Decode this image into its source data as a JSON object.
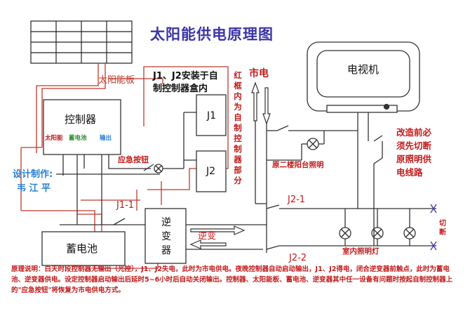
{
  "title": "太阳能供电原理图",
  "labels": {
    "solar_panel": "太阳能板",
    "controller": "控制器",
    "ctrl_term_solar": "太阳能",
    "ctrl_term_battery": "蓄电池",
    "ctrl_term_output": "输出",
    "emergency_button": "应急按钮",
    "j1": "J1",
    "j2": "J2",
    "j1_1": "J1-1",
    "j2_1": "J2-1",
    "j2_2": "J2-2",
    "battery": "蓄电池",
    "inverter": "逆变器",
    "inverter_flow": "逆变",
    "tv": "电视机",
    "mains": "市电",
    "balcony_light": "原二楼阳台照明",
    "indoor_lights": "室内照明灯",
    "cut_mark": "切断"
  },
  "notes": {
    "relay_note": "J1、J2安装于自制控制器盒内",
    "red_frame_note": "红框内为自制控制器部分",
    "designer_label": "设计制作:",
    "designer_name": "韦 江 平",
    "retrofit_note": "改造前必须先切断原照明供电线路",
    "principle": "原理说明：白天时段控制器无输出（光控），J1、J2失电，此时为市电供电。夜晚控制器自动启动输出，J1、J2得电，闭合逆变器前触点，此时为蓄电池、逆变器供电。设定控制器启动输出后延时5~6小时后自动关闭输出。控制器、太阳能板、蓄电池、逆变器其中任一设备有问题时按起自制控制器上的\"应急按钮\"将恢复为市电供电方式。"
  },
  "colors": {
    "wire": "#333333",
    "red_frame": "#c0392b",
    "title": "#3b35a8",
    "label_red": "#c21a1a",
    "label_blue": "#2a7fd4"
  }
}
